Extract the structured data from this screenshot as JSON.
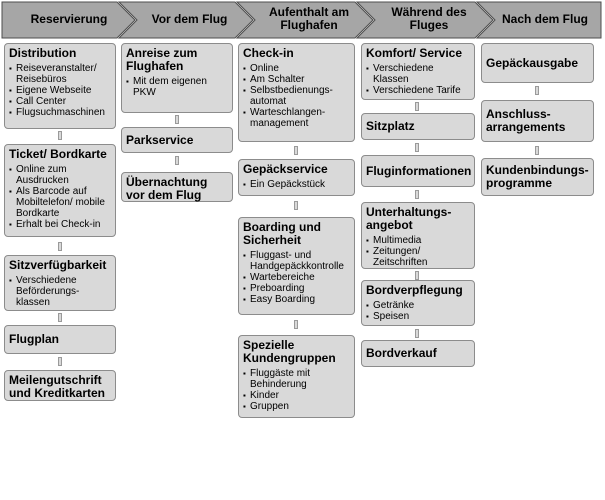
{
  "phases": [
    {
      "label": "Reservierung"
    },
    {
      "label": "Vor dem Flug"
    },
    {
      "label": "Aufenthalt am Flughafen"
    },
    {
      "label": "Während des Fluges"
    },
    {
      "label": "Nach dem Flug"
    }
  ],
  "columns": [
    [
      {
        "title": "Distribution",
        "items": [
          "Reiseveranstalter/ Reisebüros",
          "Eigene Webseite",
          "Call Center",
          "Flugsuchmaschinen"
        ]
      },
      {
        "title": "Ticket/ Bordkarte",
        "items": [
          "Online zum Ausdrucken",
          "Als Barcode auf Mobiltelefon/ mobile Bordkarte",
          "Erhalt bei Check-in"
        ]
      },
      {
        "title": "Sitzverfügbarkeit",
        "items": [
          "Verschiedene Beförderungs-klassen"
        ]
      },
      {
        "title": "Flugplan",
        "items": []
      },
      {
        "title": "Meilengutschrift und Kreditkarten",
        "items": []
      }
    ],
    [
      {
        "title": "Anreise zum Flughafen",
        "items": [
          "Mit dem eigenen PKW"
        ]
      },
      {
        "title": "Parkservice",
        "items": []
      },
      {
        "title": "Übernachtung vor dem Flug",
        "items": []
      }
    ],
    [
      {
        "title": "Check-in",
        "items": [
          "Online",
          "Am Schalter",
          "Selbstbedienungs-automat",
          "Warteschlangen-management"
        ]
      },
      {
        "title": "Gepäckservice",
        "items": [
          "Ein Gepäckstück"
        ]
      },
      {
        "title": "Boarding und Sicherheit",
        "items": [
          "Fluggast- und Handgepäckkontrolle",
          "Wartebereiche",
          "Preboarding",
          "Easy Boarding"
        ]
      },
      {
        "title": "Spezielle Kundengruppen",
        "items": [
          "Fluggäste mit Behinderung",
          "Kinder",
          "Gruppen"
        ]
      }
    ],
    [
      {
        "title": "Komfort/ Service",
        "items": [
          "Verschiedene Klassen",
          "Verschiedene Tarife"
        ]
      },
      {
        "title": "Sitzplatz",
        "items": []
      },
      {
        "title": "Fluginformationen",
        "items": []
      },
      {
        "title": "Unterhaltungs-angebot",
        "items": [
          "Multimedia",
          "Zeitungen/ Zeitschriften"
        ]
      },
      {
        "title": "Bordverpflegung",
        "items": [
          "Getränke",
          "Speisen"
        ]
      },
      {
        "title": "Bordverkauf",
        "items": []
      }
    ],
    [
      {
        "title": "Gepäckausgabe",
        "items": []
      },
      {
        "title": "Anschluss-arrangements",
        "items": []
      },
      {
        "title": "Kundenbindungs-programme",
        "items": []
      }
    ]
  ]
}
